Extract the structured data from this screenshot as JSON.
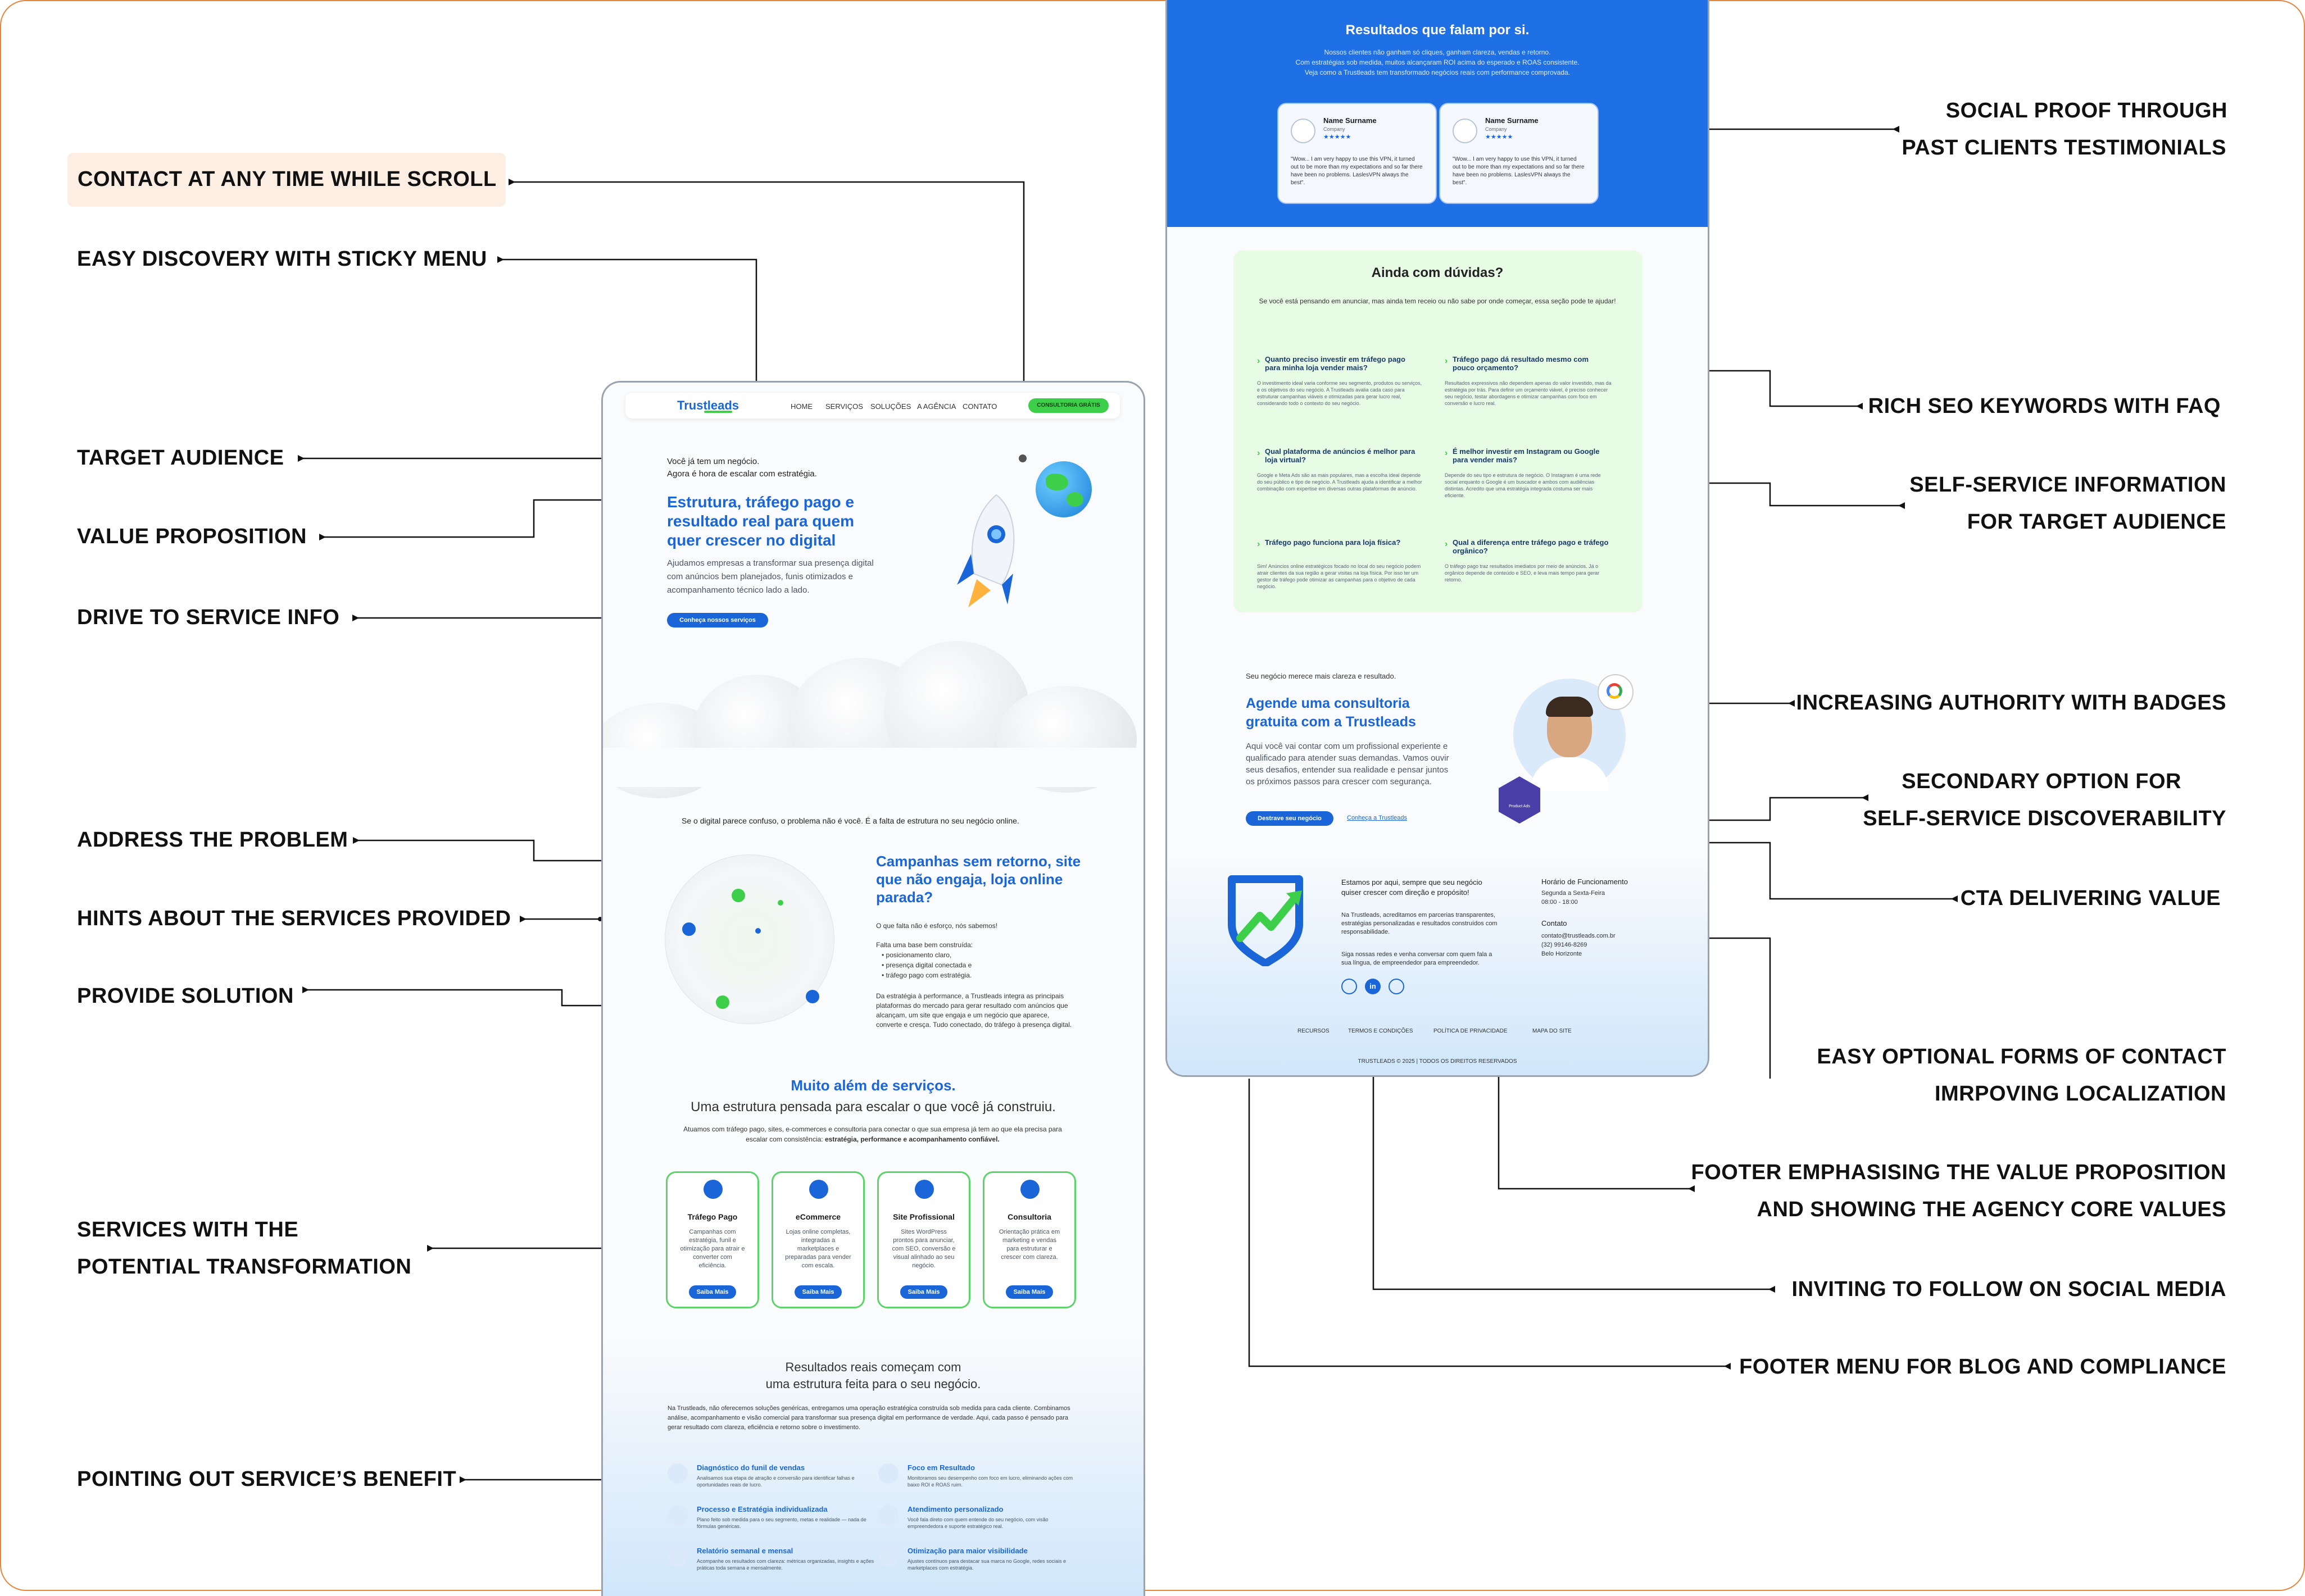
{
  "annotations": {
    "left": [
      {
        "id": "contact-anytime",
        "lines": [
          "CONTACT AT ANY TIME WHILE SCROLL"
        ]
      },
      {
        "id": "sticky-menu",
        "lines": [
          "EASY DISCOVERY WITH STICKY MENU"
        ]
      },
      {
        "id": "target-audience",
        "lines": [
          "TARGET AUDIENCE"
        ]
      },
      {
        "id": "value-proposition",
        "lines": [
          "VALUE PROPOSITION"
        ]
      },
      {
        "id": "drive-service",
        "lines": [
          "DRIVE TO SERVICE INFO"
        ]
      },
      {
        "id": "address-problem",
        "lines": [
          "ADDRESS THE PROBLEM"
        ]
      },
      {
        "id": "hints-services",
        "lines": [
          "HINTS ABOUT THE SERVICES PROVIDED"
        ]
      },
      {
        "id": "provide-solution",
        "lines": [
          "PROVIDE SOLUTION"
        ]
      },
      {
        "id": "services-transformation",
        "lines": [
          "SERVICES WITH THE",
          "POTENTIAL TRANSFORMATION"
        ]
      },
      {
        "id": "service-benefit",
        "lines": [
          "POINTING OUT SERVICE’S BENEFIT"
        ]
      }
    ],
    "right": [
      {
        "id": "social-proof",
        "lines": [
          "SOCIAL PROOF THROUGH",
          "PAST CLIENTS TESTIMONIALS"
        ]
      },
      {
        "id": "seo-faq",
        "lines": [
          "RICH SEO KEYWORDS WITH FAQ"
        ]
      },
      {
        "id": "self-service",
        "lines": [
          "SELF-SERVICE INFORMATION",
          "FOR TARGET AUDIENCE"
        ]
      },
      {
        "id": "authority-badges",
        "lines": [
          "INCREASING AUTHORITY WITH BADGES"
        ]
      },
      {
        "id": "secondary-option",
        "lines": [
          "SECONDARY OPTION FOR",
          "SELF-SERVICE DISCOVERABILITY"
        ]
      },
      {
        "id": "cta-value",
        "lines": [
          "CTA DELIVERING VALUE"
        ]
      },
      {
        "id": "contact-forms",
        "lines": [
          "EASY OPTIONAL FORMS OF CONTACT",
          "IMRPOVING LOCALIZATION"
        ]
      },
      {
        "id": "footer-value",
        "lines": [
          "FOOTER EMPHASISING THE VALUE PROPOSITION",
          "AND SHOWING THE AGENCY CORE VALUES"
        ]
      },
      {
        "id": "social-follow",
        "lines": [
          "INVITING TO FOLLOW ON SOCIAL MEDIA"
        ]
      },
      {
        "id": "footer-menu",
        "lines": [
          "FOOTER MENU FOR BLOG AND COMPLIANCE"
        ]
      }
    ]
  },
  "left_page": {
    "logo": "Trustleads",
    "nav": [
      "HOME",
      "SERVIÇOS",
      "SOLUÇÕES",
      "A AGÊNCIA",
      "CONTATO"
    ],
    "nav_cta": "CONSULTORIA GRÁTIS",
    "hero": {
      "eyebrow_1": "Você já tem um negócio.",
      "eyebrow_2": "Agora é hora de escalar com estratégia.",
      "headline": "Estrutura, tráfego pago e resultado real para quem quer crescer no digital",
      "body": "Ajudamos empresas a transformar sua presença digital com anúncios bem planejados, funis otimizados e acompanhamento técnico lado a lado.",
      "cta": "Conheça nossos serviços"
    },
    "problem": {
      "intro": "Se o digital parece confuso, o problema não é você.  É a falta de estrutura no seu negócio online.",
      "headline": "Campanhas sem retorno, site que não engaja, loja online parada?",
      "sub": "O que falta não é esforço, nós sabemos!",
      "list_title": "Falta uma base bem construída:",
      "list": [
        "posicionamento claro,",
        "presença digital conectada e",
        "tráfego pago com estratégia."
      ],
      "solution": "Da estratégia à performance, a Trustleads integra as principais plataformas do mercado para gerar resultado com anúncios que alcançam, um site que engaja e um negócio que aparece, converte e cresça. Tudo conectado, do tráfego à presença digital."
    },
    "services": {
      "title": "Muito além de serviços.",
      "subtitle": "Uma estrutura pensada para escalar o que você já construiu.",
      "body": "Atuamos com tráfego pago, sites, e-commerces e consultoria para conectar o que sua empresa já tem ao que ela precisa para escalar com consistência:",
      "body_bold": "estratégia, performance e acompanhamento confiável.",
      "cards": [
        {
          "title": "Tráfego Pago",
          "text": "Campanhas com estratégia, funil e otimização para atrair e converter com eficiência.",
          "cta": "Saiba Mais"
        },
        {
          "title": "eCommerce",
          "text": "Lojas online completas, integradas a marketplaces e preparadas para vender com escala.",
          "cta": "Saiba Mais"
        },
        {
          "title": "Site Profissional",
          "text": "Sites WordPress prontos para anunciar, com SEO, conversão e visual alinhado ao seu negócio.",
          "cta": "Saiba Mais"
        },
        {
          "title": "Consultoria",
          "text": "Orientação prática em marketing e vendas para estruturar e crescer com clareza.",
          "cta": "Saiba Mais"
        }
      ]
    },
    "results": {
      "title_1": "Resultados reais começam com",
      "title_2": "uma estrutura feita para o seu negócio.",
      "body": "Na Trustleads, não oferecemos soluções genéricas, entregamos uma operação estratégica construída sob medida para cada cliente.  Combinamos análise, acompanhamento e visão comercial para transformar sua presença digital em performance de verdade.  Aqui, cada passo é pensado para gerar resultado com clareza, eficiência e retorno sobre o investimento.",
      "benefits": [
        {
          "title": "Diagnóstico do funil de vendas",
          "text": "Analisamos sua etapa de atração e conversão para identificar falhas e oportunidades reais de lucro."
        },
        {
          "title": "Foco em Resultado",
          "text": "Monitoramos seu desempenho com foco em lucro, eliminando ações com baixo ROI e ROAS ruim."
        },
        {
          "title": "Processo e Estratégia individualizada",
          "text": "Plano feito sob medida para o seu segmento, metas e realidade — nada de fórmulas genéricas."
        },
        {
          "title": "Atendimento personalizado",
          "text": "Você fala direto com quem entende do seu negócio, com visão empreendedora e suporte estratégico real."
        },
        {
          "title": "Relatório semanal e mensal",
          "text": "Acompanhe os resultados com clareza: métricas organizadas, insights e ações práticas toda semana e mensalmente."
        },
        {
          "title": "Otimização para maior visibilidade",
          "text": "Ajustes contínuos para destacar sua marca no Google, redes sociais e marketplaces com estratégia."
        }
      ]
    }
  },
  "right_page": {
    "testimonials": {
      "title": "Resultados que falam por si.",
      "body_1": "Nossos clientes não ganham só cliques, ganham clareza, vendas e retorno.",
      "body_2": "Com estratégias sob medida, muitos alcançaram ROI acima do esperado e ROAS consistente.",
      "body_3": "Veja como a Trustleads tem transformado negócios reais com performance comprovada.",
      "cards": [
        {
          "name": "Name Surname",
          "company": "Company",
          "stars": "★★★★★",
          "quote": "\"Wow... I am very happy to use this VPN, it turned out to be more than my expectations and so far there have been no problems. LaslesVPN always the best\"."
        },
        {
          "name": "Name Surname",
          "company": "Company",
          "stars": "★★★★★",
          "quote": "\"Wow... I am very happy to use this VPN, it turned out to be more than my expectations and so far there have been no problems. LaslesVPN always the best\"."
        }
      ]
    },
    "faq": {
      "title": "Ainda com dúvidas?",
      "intro": "Se você está pensando em anunciar, mas ainda tem receio ou não sabe por onde começar, essa seção pode te ajudar!",
      "items": [
        {
          "q": "Quanto preciso investir em tráfego pago para minha loja vender mais?",
          "a": "O investimento ideal varia conforme seu segmento, produtos ou serviços, e  os objetivos do seu negócio. A Trustleads avalia cada caso para estruturar campanhas viáveis e otimizadas para gerar lucro real,  considerando todo o contexto do seu negócio."
        },
        {
          "q": "Tráfego pago dá resultado mesmo com pouco orçamento?",
          "a": "Resultados expressivos não dependem apenas do valor investido, mas da estratégia por trás. Para definir um orçamento viável, é preciso conhecer seu negócio, testar abordagens e otimizar campanhas com foco em conversão e lucro real."
        },
        {
          "q": "Qual plataforma de anúncios é melhor para loja virtual?",
          "a": "Google e Meta Ads são as mais populares, mas a escolha ideal depende do seu público e tipo de negócio. A Trustleads ajuda a identificar a melhor combinação com expertise em diversas outras plataformas de anúncio."
        },
        {
          "q": "É melhor investir em Instagram ou Google para vender mais?",
          "a": "Depende do seu tipo e estrutura de negócio. O Instagram é uma rede social enquanto o Google é um buscador e ambos com audiências distintas. Acredito que uma estratégia integrada costuma ser mais eficiente."
        },
        {
          "q": "Tráfego pago funciona para loja física?",
          "a": "Sim! Anúncios online estratégicos focado no local do seu negócio podem atrair clientes da sua região a gerar visitas na loja física. Por isso ter um gestor de tráfego pode otimizar as campanhas para o objetivo de cada negócio."
        },
        {
          "q": "Qual a diferença entre tráfego pago e tráfego orgânico?",
          "a": "O tráfego pago traz resultados imediatos por meio de anúncios. Já o orgânico depende de conteúdo e SEO, e leva mais tempo para gerar retorno."
        }
      ]
    },
    "consult": {
      "eyebrow": "Seu negócio merece mais clareza e resultado.",
      "title": "Agende uma consultoria gratuita com a Trustleads",
      "body": "Aqui você vai contar com um profissional experiente e qualificado para atender suas demandas. Vamos ouvir seus desafios, entender sua realidade e pensar juntos os próximos passos para crescer com segurança.",
      "cta_primary": "Destrave seu negócio",
      "cta_secondary": "Conheça a Trustleads",
      "badge_label": "Google Partner",
      "badge2_label": "Product Ads"
    },
    "footer": {
      "tagline": "Estamos por aqui, sempre que seu negócio quiser crescer com direção e propósito!",
      "values": "Na Trustleads, acreditamos em parcerias transparentes, estratégias personalizadas e resultados construídos com responsabilidade.",
      "social_text": "Siga nossas redes e venha conversar com quem fala a sua língua, de empreendedor para empreendedor.",
      "hours_title": "Horário de Funcionamento",
      "hours_1": "Segunda a Sexta-Feira",
      "hours_2": "08:00 - 18:00",
      "contact_title": "Contato",
      "email": "contato@trustleads.com.br",
      "phone": "(32) 99146-8269",
      "city": "Belo Horizonte",
      "menu": [
        "RECURSOS",
        "TERMOS E CONDIÇÕES",
        "POLÍTICA DE PRIVACIDADE",
        "MAPA DO SITE"
      ],
      "copyright": "TRUSTLEADS © 2025 | TODOS OS DIREITOS RESERVADOS"
    }
  },
  "colors": {
    "accent": "#e8833a",
    "brand_blue": "#1a66d8",
    "brand_green": "#3ecf4a",
    "hero_blue": "#1f6fe5",
    "faq_bg": "#e8fbe5"
  }
}
